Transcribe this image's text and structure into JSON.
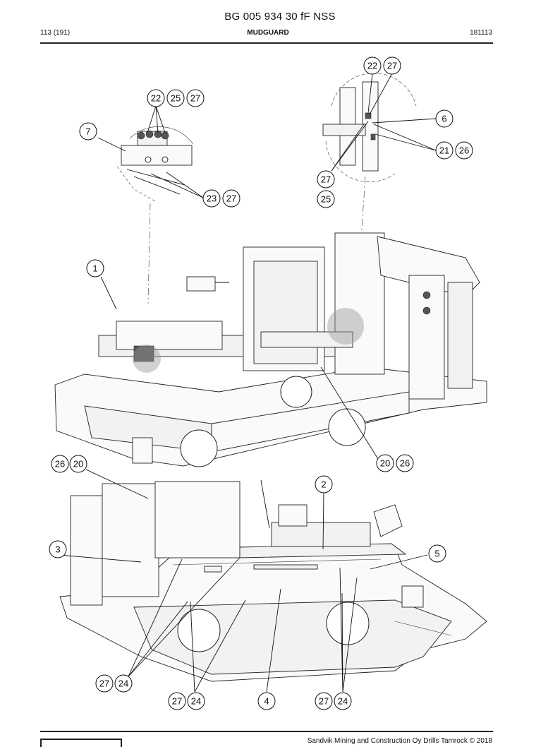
{
  "document": {
    "title": "BG 005 934 30 fF NSS",
    "page": "113 (191)",
    "section": "MUDGUARD",
    "code": "181113",
    "footer": "Sandvik Mining and Construction Oy Drills Tamrock © 2018"
  },
  "callouts": [
    {
      "id": "c-22a",
      "label": "22"
    },
    {
      "id": "c-27a",
      "label": "27"
    },
    {
      "id": "c-22b",
      "label": "22"
    },
    {
      "id": "c-25a",
      "label": "25"
    },
    {
      "id": "c-27b",
      "label": "27"
    },
    {
      "id": "c-6",
      "label": "6"
    },
    {
      "id": "c-7",
      "label": "7"
    },
    {
      "id": "c-21",
      "label": "21"
    },
    {
      "id": "c-26a",
      "label": "26"
    },
    {
      "id": "c-27c",
      "label": "27"
    },
    {
      "id": "c-25b",
      "label": "25"
    },
    {
      "id": "c-23",
      "label": "23"
    },
    {
      "id": "c-27d",
      "label": "27"
    },
    {
      "id": "c-1",
      "label": "1"
    },
    {
      "id": "c-26b",
      "label": "26"
    },
    {
      "id": "c-20a",
      "label": "20"
    },
    {
      "id": "c-20b",
      "label": "20"
    },
    {
      "id": "c-26c",
      "label": "26"
    },
    {
      "id": "c-2",
      "label": "2"
    },
    {
      "id": "c-3",
      "label": "3"
    },
    {
      "id": "c-5",
      "label": "5"
    },
    {
      "id": "c-27e",
      "label": "27"
    },
    {
      "id": "c-24a",
      "label": "24"
    },
    {
      "id": "c-27f",
      "label": "27"
    },
    {
      "id": "c-24b",
      "label": "24"
    },
    {
      "id": "c-4",
      "label": "4"
    },
    {
      "id": "c-27g",
      "label": "27"
    },
    {
      "id": "c-24c",
      "label": "24"
    }
  ]
}
